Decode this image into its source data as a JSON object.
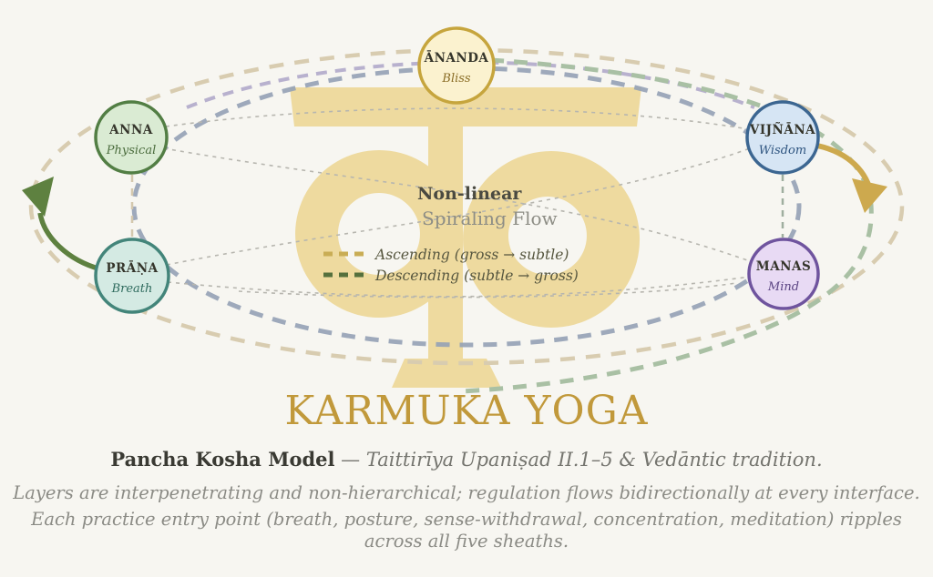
{
  "colors": {
    "background": "#f7f6f1",
    "watermark": "#eeda9f",
    "title_gold": "#c1993b",
    "kosha_name_color": "#35352b",
    "orbit_tan": "#d8ccb0",
    "orbit_slate": "#93a1b5",
    "orbit_sage": "#a9c0a4",
    "orbit_lavender": "#b8b1ce",
    "link_dotted_gray": "#b7b6af",
    "ascending_arrow_green": "#5e8140",
    "descending_arrow_gold": "#cda94e"
  },
  "diagram": {
    "koshas": [
      {
        "id": "ananda",
        "name": "ĀNANDA",
        "meaning": "Bliss",
        "fill": "#fbf2cf",
        "stroke": "#c6a53d",
        "text": "#8a6d26"
      },
      {
        "id": "anna",
        "name": "ANNA",
        "meaning": "Physical",
        "fill": "#daebd3",
        "stroke": "#527e44",
        "text": "#4a6b3c"
      },
      {
        "id": "prana",
        "name": "PRĀṆA",
        "meaning": "Breath",
        "fill": "#d4eae3",
        "stroke": "#43857a",
        "text": "#2f6b5e"
      },
      {
        "id": "vijnana",
        "name": "VIJÑĀNA",
        "meaning": "Wisdom",
        "fill": "#d6e5f4",
        "stroke": "#3c6691",
        "text": "#2f5580"
      },
      {
        "id": "manas",
        "name": "MANAS",
        "meaning": "Mind",
        "fill": "#e8daf4",
        "stroke": "#6f549e",
        "text": "#5c4684"
      }
    ],
    "center_label": {
      "line1": "Non-linear",
      "line2": "Spiraling Flow"
    },
    "legend": [
      {
        "label": "Ascending (gross → subtle)",
        "dash_color": "#c9ad55"
      },
      {
        "label": "Descending (subtle → gross)",
        "dash_color": "#55703d"
      }
    ]
  },
  "title": "KARMUKA YOGA",
  "subtitle": {
    "lead": "Pancha Kosha Model",
    "dash": " — ",
    "detail": "Taittirīya Upaniṣad II.1–5 & Vedāntic tradition."
  },
  "captions": {
    "line1": "Layers are interpenetrating and non-hierarchical; regulation flows bidirectionally at every interface.",
    "line2": "Each practice entry point (breath, posture, sense-withdrawal, concentration, meditation) ripples across all five sheaths."
  }
}
